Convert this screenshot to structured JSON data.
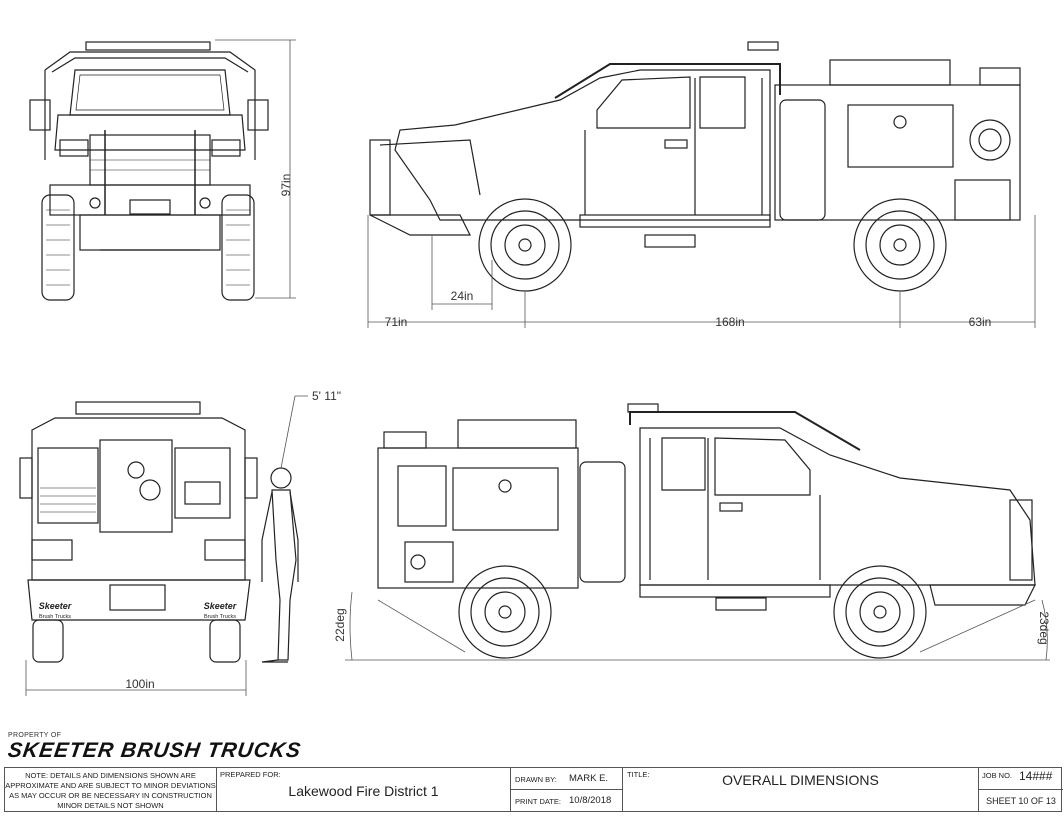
{
  "dimensions": {
    "front_height": "97in",
    "overhang_front": "71in",
    "wheelbase": "168in",
    "overhang_rear": "63in",
    "step_depth": "24in",
    "person_height": "5' 11\"",
    "width": "100in",
    "departure_angle": "22deg",
    "approach_angle": "23deg"
  },
  "branding": {
    "property_of": "PROPERTY OF",
    "company": "SKEETER BRUSH TRUCKS",
    "logo_text": "Skeeter",
    "logo_sub": "Brush Trucks"
  },
  "title_block": {
    "note": "NOTE: DETAILS AND DIMENSIONS SHOWN ARE APPROXIMATE AND ARE SUBJECT TO MINOR DEVIATIONS AS MAY OCCUR OR BE NECESSARY IN CONSTRUCTION MINOR DETAILS NOT SHOWN",
    "prepared_for_label": "PREPARED FOR:",
    "prepared_for": "Lakewood Fire District 1",
    "drawn_by_label": "DRAWN BY:",
    "drawn_by": "MARK E.",
    "print_date_label": "PRINT DATE:",
    "print_date": "10/8/2018",
    "title_label": "TITLE:",
    "title": "OVERALL DIMENSIONS",
    "job_no_label": "JOB NO.",
    "job_no": "14###",
    "sheet": "SHEET 10 OF 13"
  },
  "colors": {
    "line": "#222222",
    "dim": "#555555"
  }
}
